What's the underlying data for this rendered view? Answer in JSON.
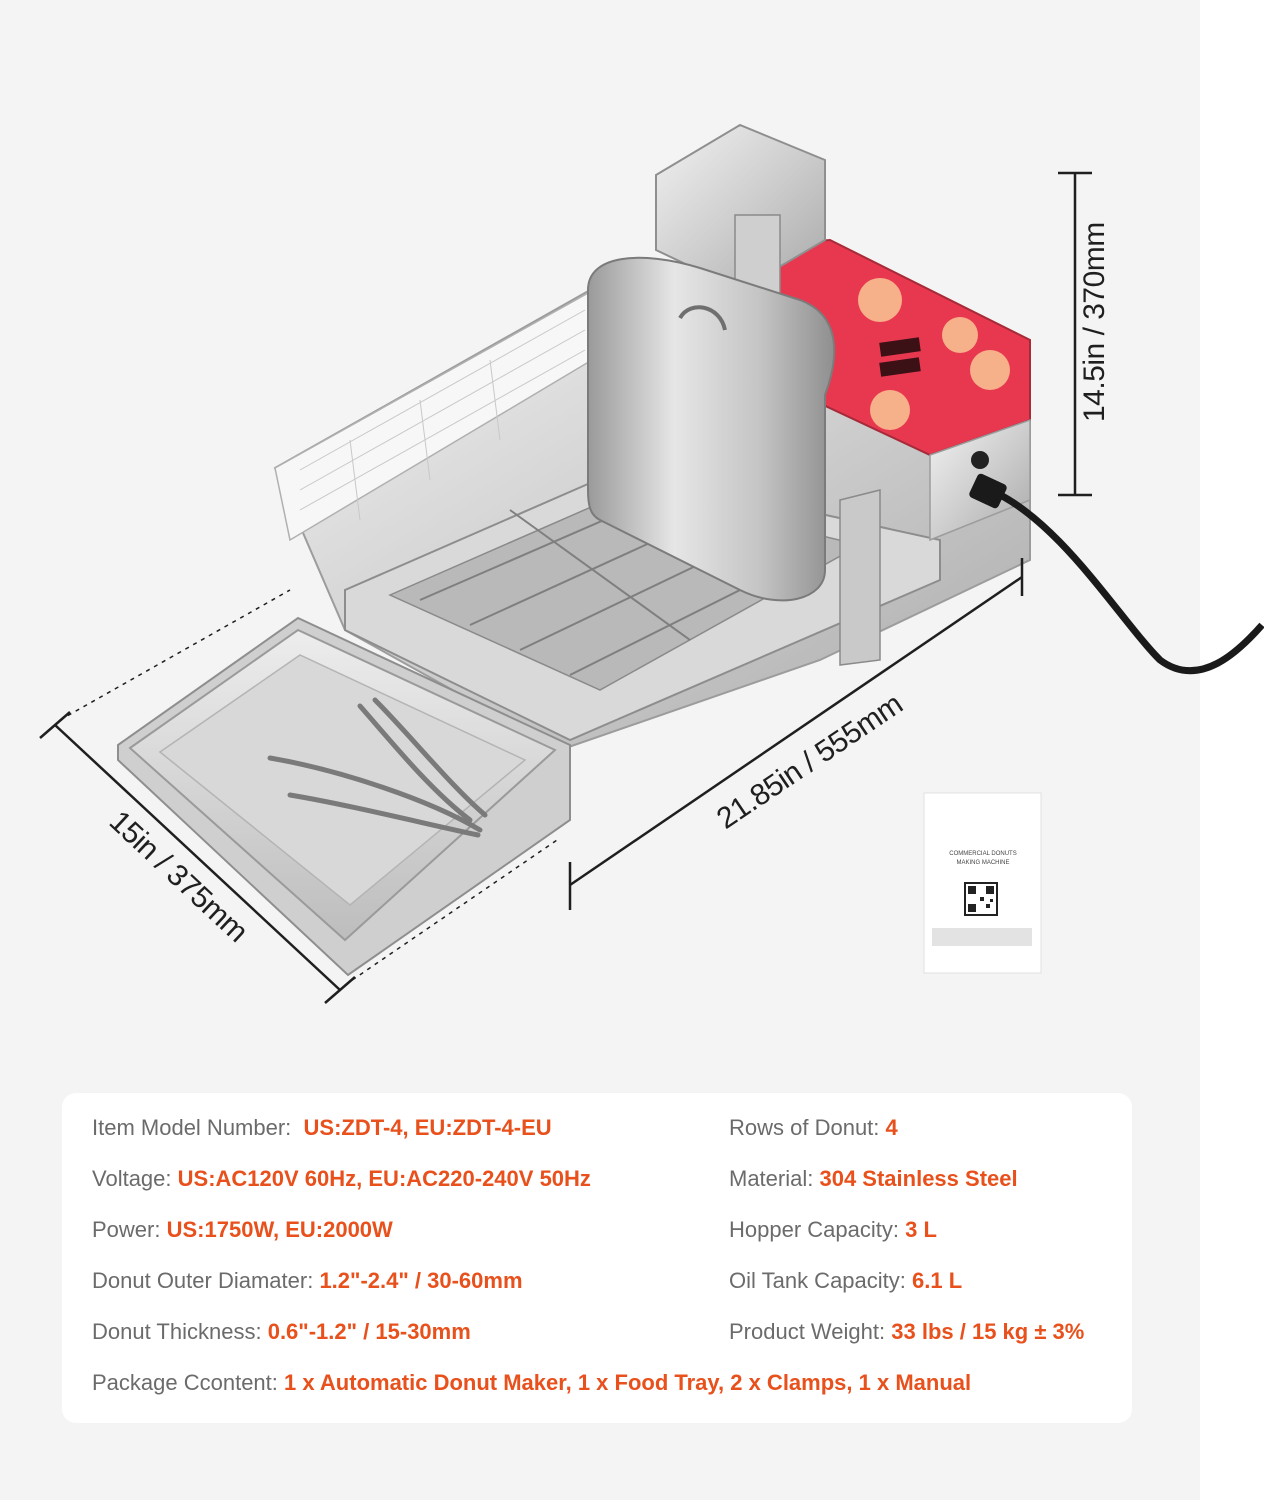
{
  "dimensions": {
    "height": "14.5in / 370mm",
    "length": "21.85in / 555mm",
    "width": "15in / 375mm"
  },
  "manual": {
    "line1": "COMMERCIAL DONUTS",
    "line2": "MAKING MACHINE"
  },
  "colors": {
    "accent": "#e8501c",
    "label": "#6b6b6b",
    "panel_red": "#e8384f"
  },
  "specs": {
    "model": {
      "label": "Item Model Number:",
      "value": "US:ZDT-4, EU:ZDT-4-EU"
    },
    "voltage": {
      "label": "Voltage:",
      "value": "US:AC120V 60Hz, EU:AC220-240V 50Hz"
    },
    "power": {
      "label": "Power:",
      "value": "US:1750W, EU:2000W"
    },
    "diameter": {
      "label": "Donut Outer Diamater:",
      "value": "1.2\"-2.4\" / 30-60mm"
    },
    "thickness": {
      "label": "Donut Thickness:",
      "value": "0.6\"-1.2\" / 15-30mm"
    },
    "package": {
      "label": "Package Ccontent:",
      "value": "1 x Automatic Donut Maker, 1 x Food Tray, 2 x Clamps, 1 x Manual"
    },
    "rows": {
      "label": "Rows of Donut:",
      "value": "4"
    },
    "material": {
      "label": "Material:",
      "value": "304 Stainless Steel"
    },
    "hopper": {
      "label": "Hopper Capacity:",
      "value": "3 L"
    },
    "oil_tank": {
      "label": "Oil Tank Capacity:",
      "value": "6.1 L"
    },
    "weight": {
      "label": "Product Weight:",
      "value": "33 lbs / 15 kg ± 3%"
    }
  }
}
